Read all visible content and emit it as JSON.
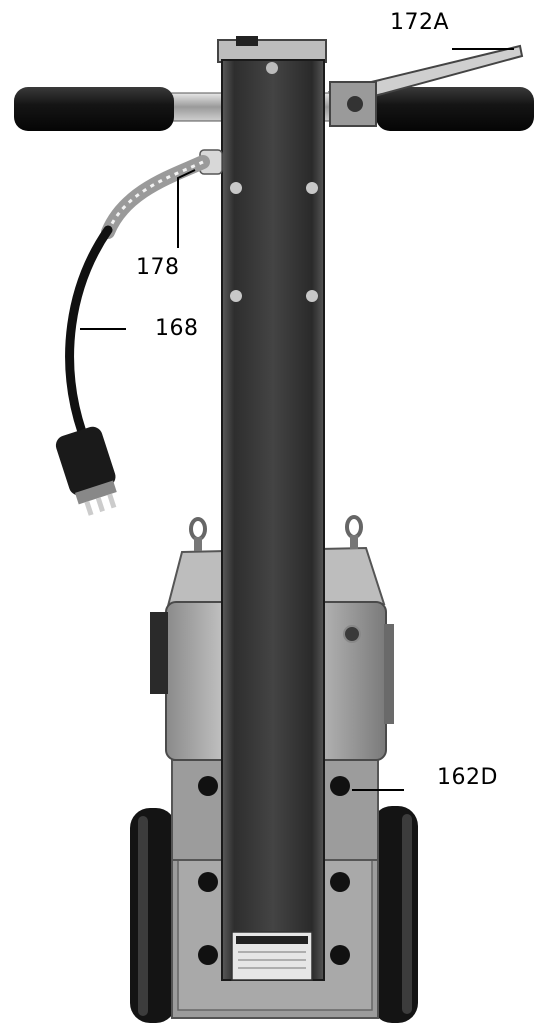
{
  "callouts": {
    "lever": "172A",
    "cord_grip": "178",
    "power_cord": "168",
    "bolt": "162D"
  },
  "colors": {
    "background": "#ffffff",
    "column_dark": "#3a3a3a",
    "steel": "#a8a8a8",
    "rubber": "#1a1a1a",
    "leader_line": "#000000"
  }
}
